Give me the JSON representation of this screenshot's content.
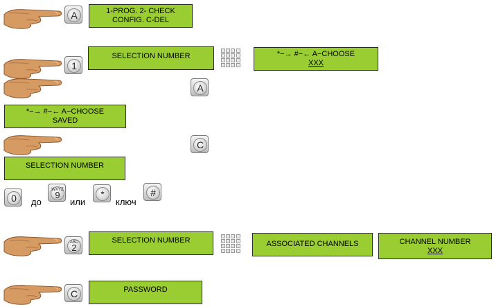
{
  "keys": {
    "a": "A",
    "one": "1",
    "c": "C",
    "zero": "0",
    "nine": "9",
    "nine_letters": "WXYZ",
    "star": "*",
    "hash": "#",
    "two": "2",
    "two_letters": "ABC"
  },
  "screens": {
    "menu": {
      "line1": "1-PROG.  2- CHECK",
      "line2": "CONFIG. C-DEL"
    },
    "selection_number": "SELECTION NUMBER",
    "choose_xxx": {
      "line1": "*−→ #−← A−CHOOSE",
      "line2": "XXX"
    },
    "choose_saved": {
      "line1": "*−→ #−← A−CHOOSE",
      "line2": "SAVED"
    },
    "associated_channels": "ASSOCIATED CHANNELS",
    "channel_number": {
      "line1": "CHANNEL NUMBER",
      "line2": "XXX"
    },
    "password": "PASSWORD"
  },
  "words": {
    "to": "до",
    "or": "или",
    "key": "ключ"
  },
  "colors": {
    "lcd_green": "#9acd32"
  }
}
